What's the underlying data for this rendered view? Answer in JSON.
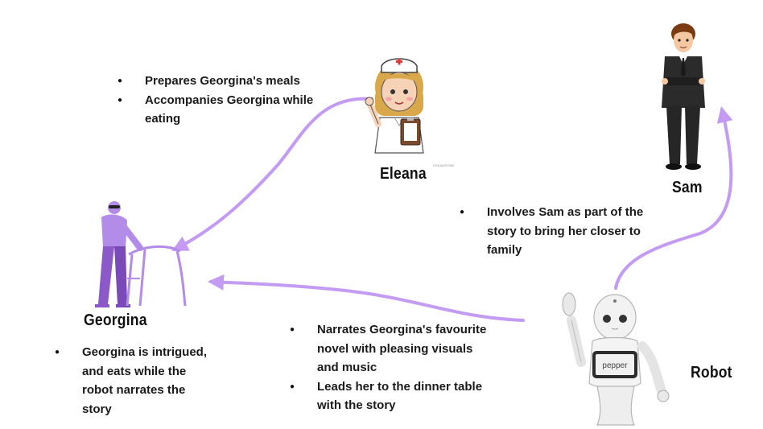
{
  "eleana": {
    "name": "Eleana",
    "bullets": [
      "Prepares Georgina's meals",
      "Accompanies Georgina while eating"
    ],
    "watermark": "DREAMSTIME"
  },
  "sam": {
    "name": "Sam",
    "bullets": [
      "Involves Sam as part of the story to bring her closer to family"
    ]
  },
  "georgina": {
    "name": "Georgina",
    "bullets": [
      "Georgina is intrigued, and eats while the robot narrates the story"
    ]
  },
  "robot": {
    "name": "Robot",
    "screen_text": "pepper",
    "bullets": [
      "Narrates Georgina's favourite novel with pleasing visuals and music",
      "Leads her to the dinner table with the story"
    ]
  },
  "colors": {
    "arrow": "#c39bf2",
    "georgina_shirt": "#b38be8",
    "georgina_pants": "#8c5ac8"
  }
}
